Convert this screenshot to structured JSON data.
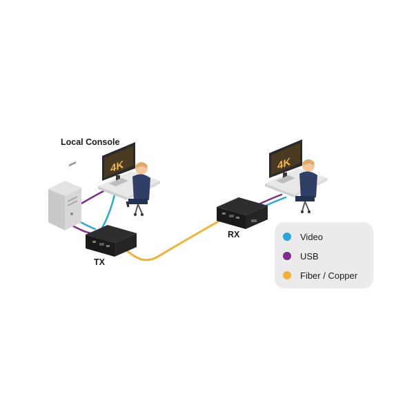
{
  "labels": {
    "local_console": "Local Console",
    "tx": "TX",
    "rx": "RX",
    "monitor_badge": "4K"
  },
  "legend": {
    "items": [
      {
        "label": "Video",
        "color": "#29a7dc",
        "icon": "video-dot-icon"
      },
      {
        "label": "USB",
        "color": "#7c2d8c",
        "icon": "usb-dot-icon"
      },
      {
        "label": "Fiber / Copper",
        "color": "#f2b233",
        "icon": "fiber-copper-dot-icon"
      }
    ]
  },
  "colors": {
    "video": "#29a7dc",
    "usb": "#7c2d8c",
    "fiber": "#f2b233",
    "device": "#1e1e1e",
    "legend_bg": "#ebebeb"
  }
}
